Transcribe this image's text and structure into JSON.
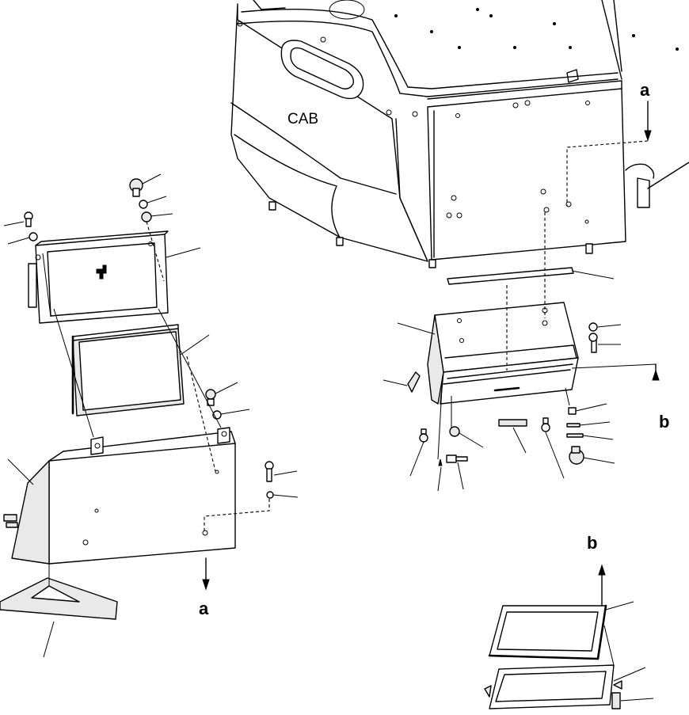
{
  "labels": {
    "cab": "CAB",
    "a_top": "a",
    "a_bottom": "a",
    "b_right": "b",
    "b_lower": "b"
  }
}
